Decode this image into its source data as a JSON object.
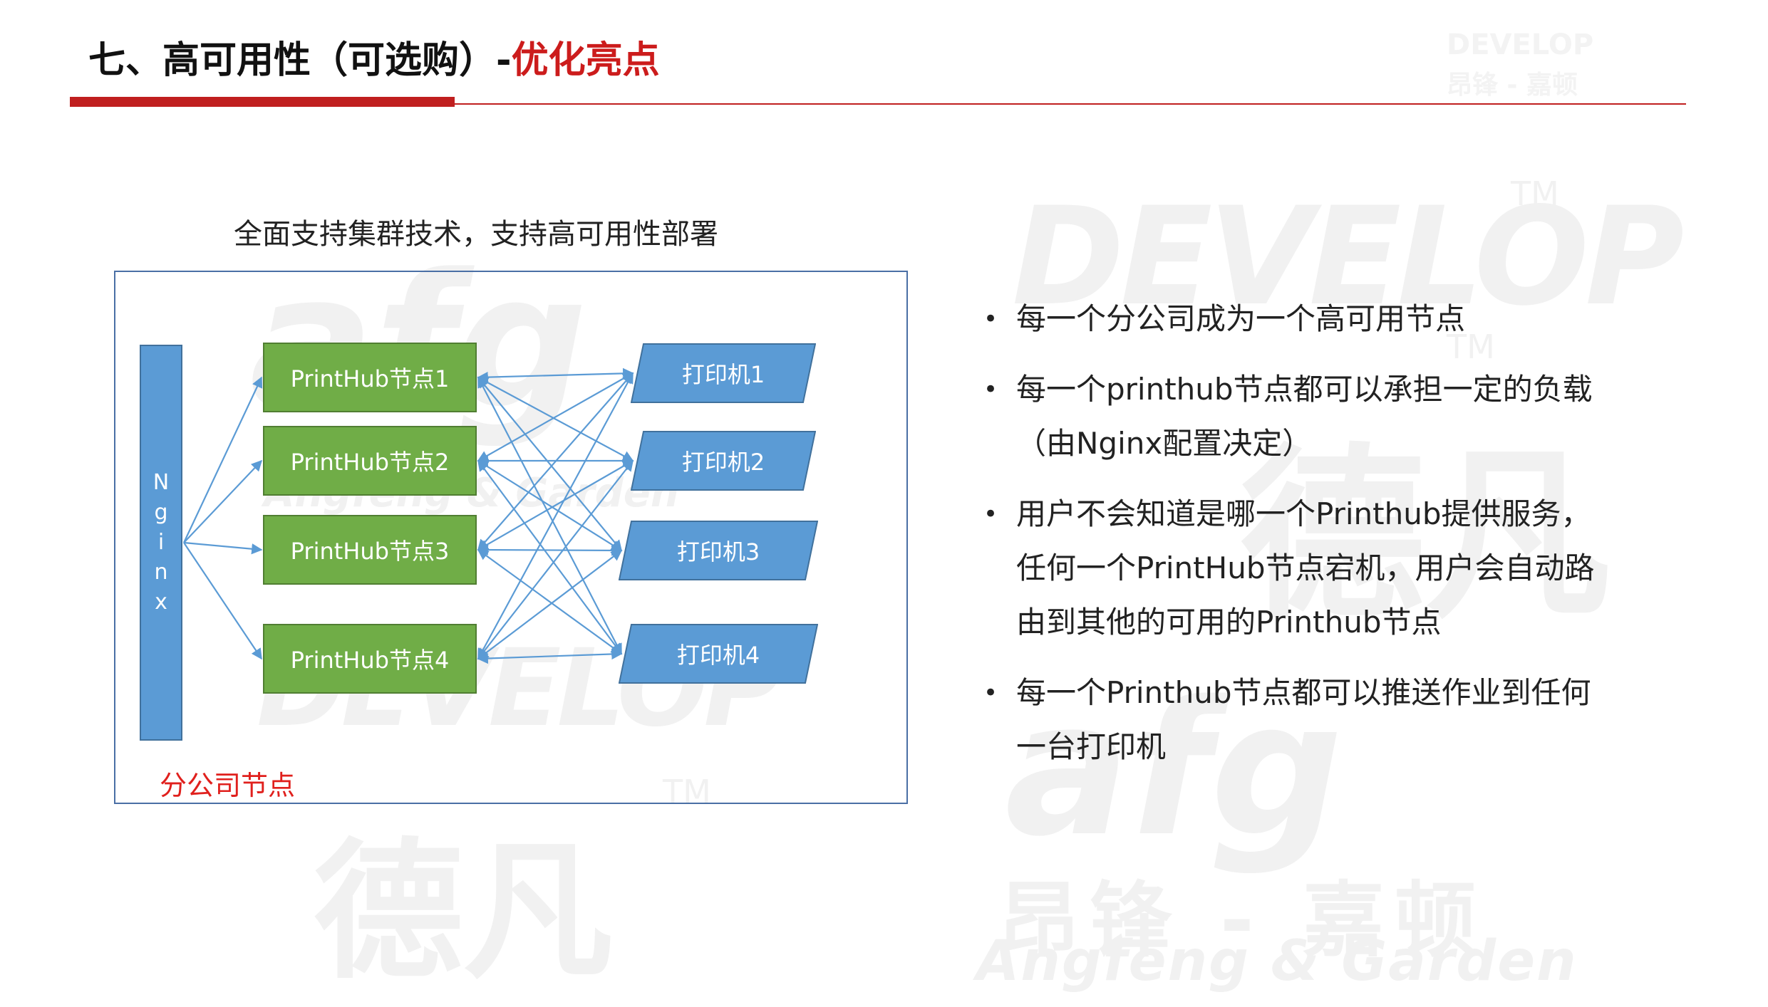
{
  "slide": {
    "title_main": "七、高可用性（可选购）-",
    "title_highlight": "优化亮点",
    "accent_color": "#c01f1f"
  },
  "diagram": {
    "caption": "全面支持集群技术，支持高可用性部署",
    "nginx_letters": [
      "N",
      "g",
      "i",
      "n",
      "x"
    ],
    "nodes": [
      "PrintHub节点1",
      "PrintHub节点2",
      "PrintHub节点3",
      "PrintHub节点4"
    ],
    "printers": [
      "打印机1",
      "打印机2",
      "打印机3",
      "打印机4"
    ],
    "branch_label": "分公司节点",
    "colors": {
      "nginx_fill": "#5b9bd5",
      "node_fill": "#70ad47",
      "printer_fill": "#5b9bd5",
      "edge": "#5b9bd5",
      "branch_label": "#e0201d"
    }
  },
  "bullets": [
    {
      "lines": [
        "每一个分公司成为一个高可用节点"
      ]
    },
    {
      "lines": [
        "每一个printhub节点都可以承担一定的负载",
        "（由Nginx配置决定）"
      ]
    },
    {
      "lines": [
        "用户不会知道是哪一个Printhub提供服务，",
        "任何一个PrintHub节点宕机，用户会自动路",
        "由到其他的可用的Printhub节点"
      ]
    },
    {
      "lines": [
        "每一个Printhub节点都可以推送作业到任何",
        "一台打印机"
      ]
    }
  ],
  "bullet_marker": "•",
  "watermark": {
    "brand_en": "DEVELOP",
    "brand_logo": "afg",
    "brand_cn": "德凡",
    "company_cn": "昂锋 - 嘉顿",
    "company_en": "Angfeng & Garden",
    "trademark": "TM"
  }
}
